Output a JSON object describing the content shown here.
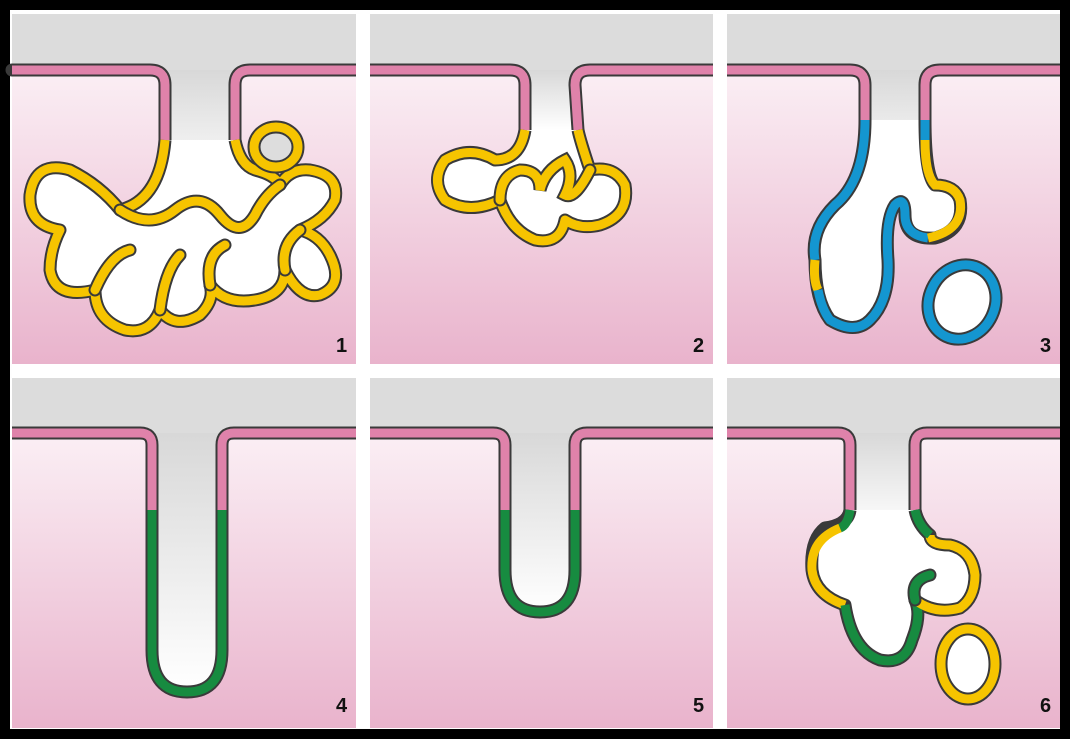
{
  "colors": {
    "frame": "#000000",
    "gutter": "#ffffff",
    "lumen_top": "#dcdcdc",
    "tissue_top": "#fdf6f9",
    "tissue_bottom": "#eab8d0",
    "surface_pink": "#df82aa",
    "yellow": "#f6c400",
    "blue": "#1496d0",
    "green": "#178b40",
    "outline": "#3a3a3a"
  },
  "panels": [
    {
      "label": "1",
      "segments": "pink-yellow"
    },
    {
      "label": "2",
      "segments": "pink-yellow"
    },
    {
      "label": "3",
      "segments": "pink-blue-yellow"
    },
    {
      "label": "4",
      "segments": "pink-green"
    },
    {
      "label": "5",
      "segments": "pink-green"
    },
    {
      "label": "6",
      "segments": "pink-green-yellow"
    }
  ]
}
